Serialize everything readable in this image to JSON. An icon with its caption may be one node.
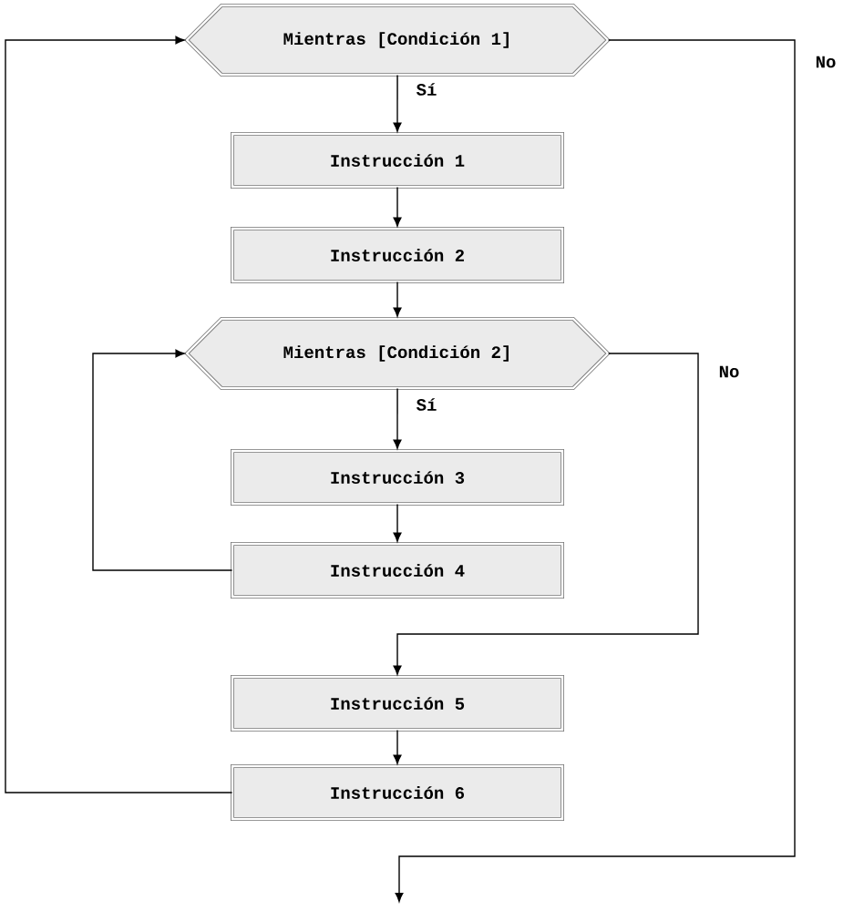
{
  "diagram": {
    "nodes": [
      {
        "text": [
          "Mientras [Condición 1]"
        ]
      },
      {
        "text": [
          "Instrucción 1"
        ]
      },
      {
        "text": [
          "Instrucción 2"
        ]
      },
      {
        "text": [
          "Mientras [Condición 2]"
        ]
      },
      {
        "text": [
          "Instrucción 3"
        ]
      },
      {
        "text": [
          "Instrucción 4"
        ]
      },
      {
        "text": [
          "Instrucción 5"
        ]
      },
      {
        "text": [
          "Instrucción 6"
        ]
      }
    ],
    "edges": [
      {
        "from": 0,
        "to": 1,
        "arrow": "to",
        "label": "Sí"
      },
      {
        "from": 1,
        "to": 2,
        "arrow": "to"
      },
      {
        "from": 2,
        "to": 3,
        "arrow": "to"
      },
      {
        "from": 3,
        "to": 4,
        "arrow": "to",
        "label": "Sí"
      },
      {
        "from": 4,
        "to": 5,
        "arrow": "to"
      },
      {
        "from": 5,
        "to": 3,
        "arrow": "to"
      },
      {
        "from": 3,
        "to": 6,
        "arrow": "to",
        "label": "No"
      },
      {
        "from": 6,
        "to": 7,
        "arrow": "to"
      },
      {
        "from": 7,
        "to": 0,
        "arrow": "to"
      },
      {
        "from": 0,
        "to": null,
        "arrow": "to",
        "label": "No"
      }
    ]
  }
}
